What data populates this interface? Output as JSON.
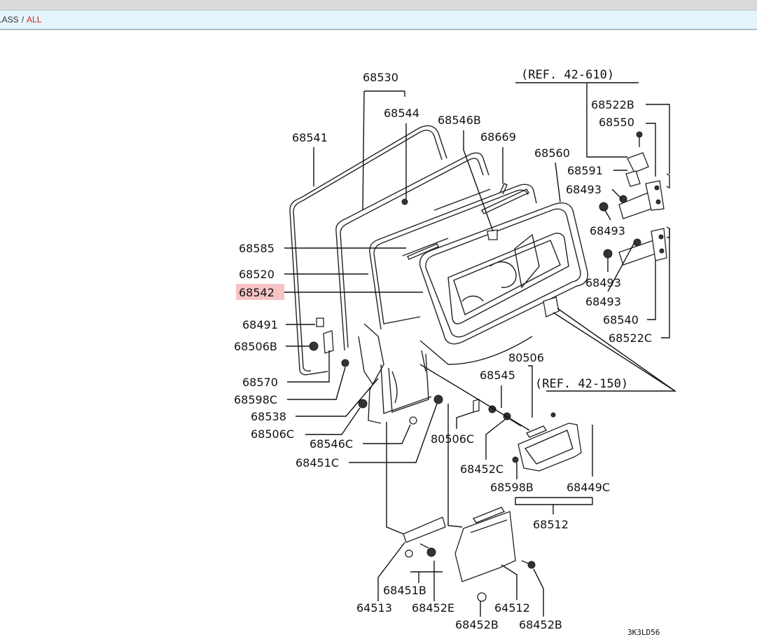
{
  "breadcrumb": {
    "current": "LASS",
    "separator": "/",
    "link": "ALL"
  },
  "refs": {
    "ref_top": "(REF. 42-610)",
    "ref_mid": "(REF. 42-150)"
  },
  "labels": {
    "p68530": "68530",
    "p68544": "68544",
    "p68546B": "68546B",
    "p68669": "68669",
    "p68541": "68541",
    "p68560": "68560",
    "p68522B": "68522B",
    "p68550": "68550",
    "p68591": "68591",
    "p68493a": "68493",
    "p68493b": "68493",
    "p68493c": "68493",
    "p68493d": "68493",
    "p68585": "68585",
    "p68520": "68520",
    "p68542": "68542",
    "p68491": "68491",
    "p68506B": "68506B",
    "p68570": "68570",
    "p68598C": "68598C",
    "p68538": "68538",
    "p68506C": "68506C",
    "p68546C": "68546C",
    "p68451C": "68451C",
    "p68540": "68540",
    "p68522C": "68522C",
    "p80506": "80506",
    "p68545": "68545",
    "p80506C": "80506C",
    "p68452C": "68452C",
    "p68598B": "68598B",
    "p68449C": "68449C",
    "p68512": "68512",
    "p68451B": "68451B",
    "p64513": "64513",
    "p68452E": "68452E",
    "p64512": "64512",
    "p68452B1": "68452B",
    "p68452B2": "68452B"
  },
  "highlight": {
    "part": "68542",
    "color": "#f6c4c4"
  },
  "diagram_code": "3K3LD56"
}
